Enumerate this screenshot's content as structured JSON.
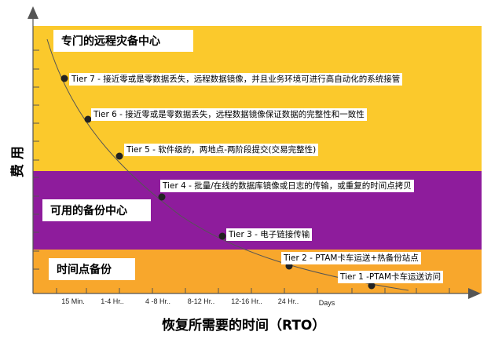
{
  "colors": {
    "top_band": "#FBC92C",
    "middle_band": "#8E1C9C",
    "bottom_band": "#F8A72C",
    "marker": "#222222",
    "curve": "#555555",
    "axis": "#555555"
  },
  "zones": {
    "top": "专门的远程灾备中心",
    "middle": "可用的备份中心",
    "bottom": "时间点备份"
  },
  "tiers": [
    {
      "label": "Tier 7 - 接近零或是零数据丢失，远程数据镜像，并且业务环境可进行高自动化的系统接管"
    },
    {
      "label": "Tier 6 - 接近零或是零数据丢失，远程数据镜像保证数据的完整性和一致性"
    },
    {
      "label": "Tier 5 - 软件级的，两地点-两阶段提交(交易完整性)"
    },
    {
      "label": "Tier 4 - 批量/在线的数据库镜像或日志的传输，或重复的时间点拷贝"
    },
    {
      "label": "Tier 3 - 电子链接传输"
    },
    {
      "label": "Tier 2 - PTAM卡车运送+热备份站点"
    },
    {
      "label": "Tier 1 -PTAM卡车运送访问"
    }
  ],
  "axes": {
    "y_title": "费 用",
    "x_title": "恢复所需要的时间（RTO）",
    "x_ticks": [
      "15 Min.",
      "1-4 Hr..",
      "4 -8 Hr..",
      "8-12 Hr..",
      "12-16 Hr..",
      "24 Hr..",
      "Days"
    ]
  }
}
